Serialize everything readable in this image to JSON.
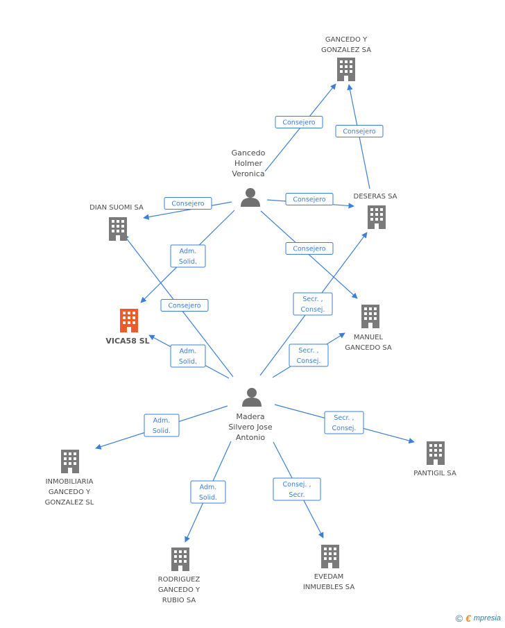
{
  "colors": {
    "edge": "#3b7fd6",
    "building": "#7a7a7a",
    "building_highlight": "#f05a28",
    "person": "#707070"
  },
  "nodes": [
    {
      "id": "gancedo_gonzalez",
      "type": "company",
      "lines": [
        "GANCEDO Y",
        "GONZALEZ SA"
      ],
      "icon": "building-icon"
    },
    {
      "id": "gancedo_holmer",
      "type": "person",
      "lines": [
        "Gancedo",
        "Holmer",
        "Veronica"
      ],
      "icon": "person-icon"
    },
    {
      "id": "dian_suomi",
      "type": "company",
      "lines": [
        "DIAN SUOMI SA"
      ],
      "icon": "building-icon"
    },
    {
      "id": "deseras",
      "type": "company",
      "lines": [
        "DESERAS SA"
      ],
      "icon": "building-icon"
    },
    {
      "id": "vica58",
      "type": "company",
      "lines": [
        "VICA58 SL"
      ],
      "highlight": true,
      "icon": "building-icon"
    },
    {
      "id": "manuel_gancedo",
      "type": "company",
      "lines": [
        "MANUEL",
        "GANCEDO SA"
      ],
      "icon": "building-icon"
    },
    {
      "id": "madera",
      "type": "person",
      "lines": [
        "Madera",
        "Silvero Jose",
        "Antonio"
      ],
      "icon": "person-icon"
    },
    {
      "id": "inmobiliaria",
      "type": "company",
      "lines": [
        "INMOBILIARIA",
        "GANCEDO Y",
        "GONZALEZ  SL"
      ],
      "icon": "building-icon"
    },
    {
      "id": "pantigil",
      "type": "company",
      "lines": [
        "PANTIGIL SA"
      ],
      "icon": "building-icon"
    },
    {
      "id": "rodriguez",
      "type": "company",
      "lines": [
        "RODRIGUEZ",
        "GANCEDO Y",
        "RUBIO SA"
      ],
      "icon": "building-icon"
    },
    {
      "id": "evedam",
      "type": "company",
      "lines": [
        "EVEDAM",
        "INMUEBLES SA"
      ],
      "icon": "building-icon"
    }
  ],
  "edges": [
    {
      "from": "gancedo_holmer",
      "to": "gancedo_gonzalez",
      "label": [
        "Consejero"
      ]
    },
    {
      "from": "deseras",
      "to": "gancedo_gonzalez",
      "label": [
        "Consejero"
      ]
    },
    {
      "from": "gancedo_holmer",
      "to": "dian_suomi",
      "label": [
        "Consejero"
      ]
    },
    {
      "from": "gancedo_holmer",
      "to": "deseras",
      "label": [
        "Consejero"
      ]
    },
    {
      "from": "gancedo_holmer",
      "to": "vica58",
      "label": [
        "Adm.",
        "Solid."
      ]
    },
    {
      "from": "gancedo_holmer",
      "to": "manuel_gancedo",
      "label": [
        "Consejero"
      ]
    },
    {
      "from": "madera",
      "to": "dian_suomi",
      "label": [
        "Consejero"
      ]
    },
    {
      "from": "madera",
      "to": "vica58",
      "label": [
        "Adm.",
        "Solid."
      ]
    },
    {
      "from": "madera",
      "to": "deseras",
      "label": [
        "Secr. ,",
        "Consej."
      ]
    },
    {
      "from": "madera",
      "to": "manuel_gancedo",
      "label": [
        "Secr. ,",
        "Consej."
      ]
    },
    {
      "from": "madera",
      "to": "inmobiliaria",
      "label": [
        "Adm.",
        "Solid."
      ]
    },
    {
      "from": "madera",
      "to": "pantigil",
      "label": [
        "Secr. ,",
        "Consej."
      ]
    },
    {
      "from": "madera",
      "to": "rodriguez",
      "label": [
        "Adm.",
        "Solid."
      ]
    },
    {
      "from": "madera",
      "to": "evedam",
      "label": [
        "Consej. ,",
        "Secr."
      ]
    }
  ],
  "footer": {
    "copyright": "©",
    "brand_initial": "€",
    "brand_rest": "mpresia"
  }
}
